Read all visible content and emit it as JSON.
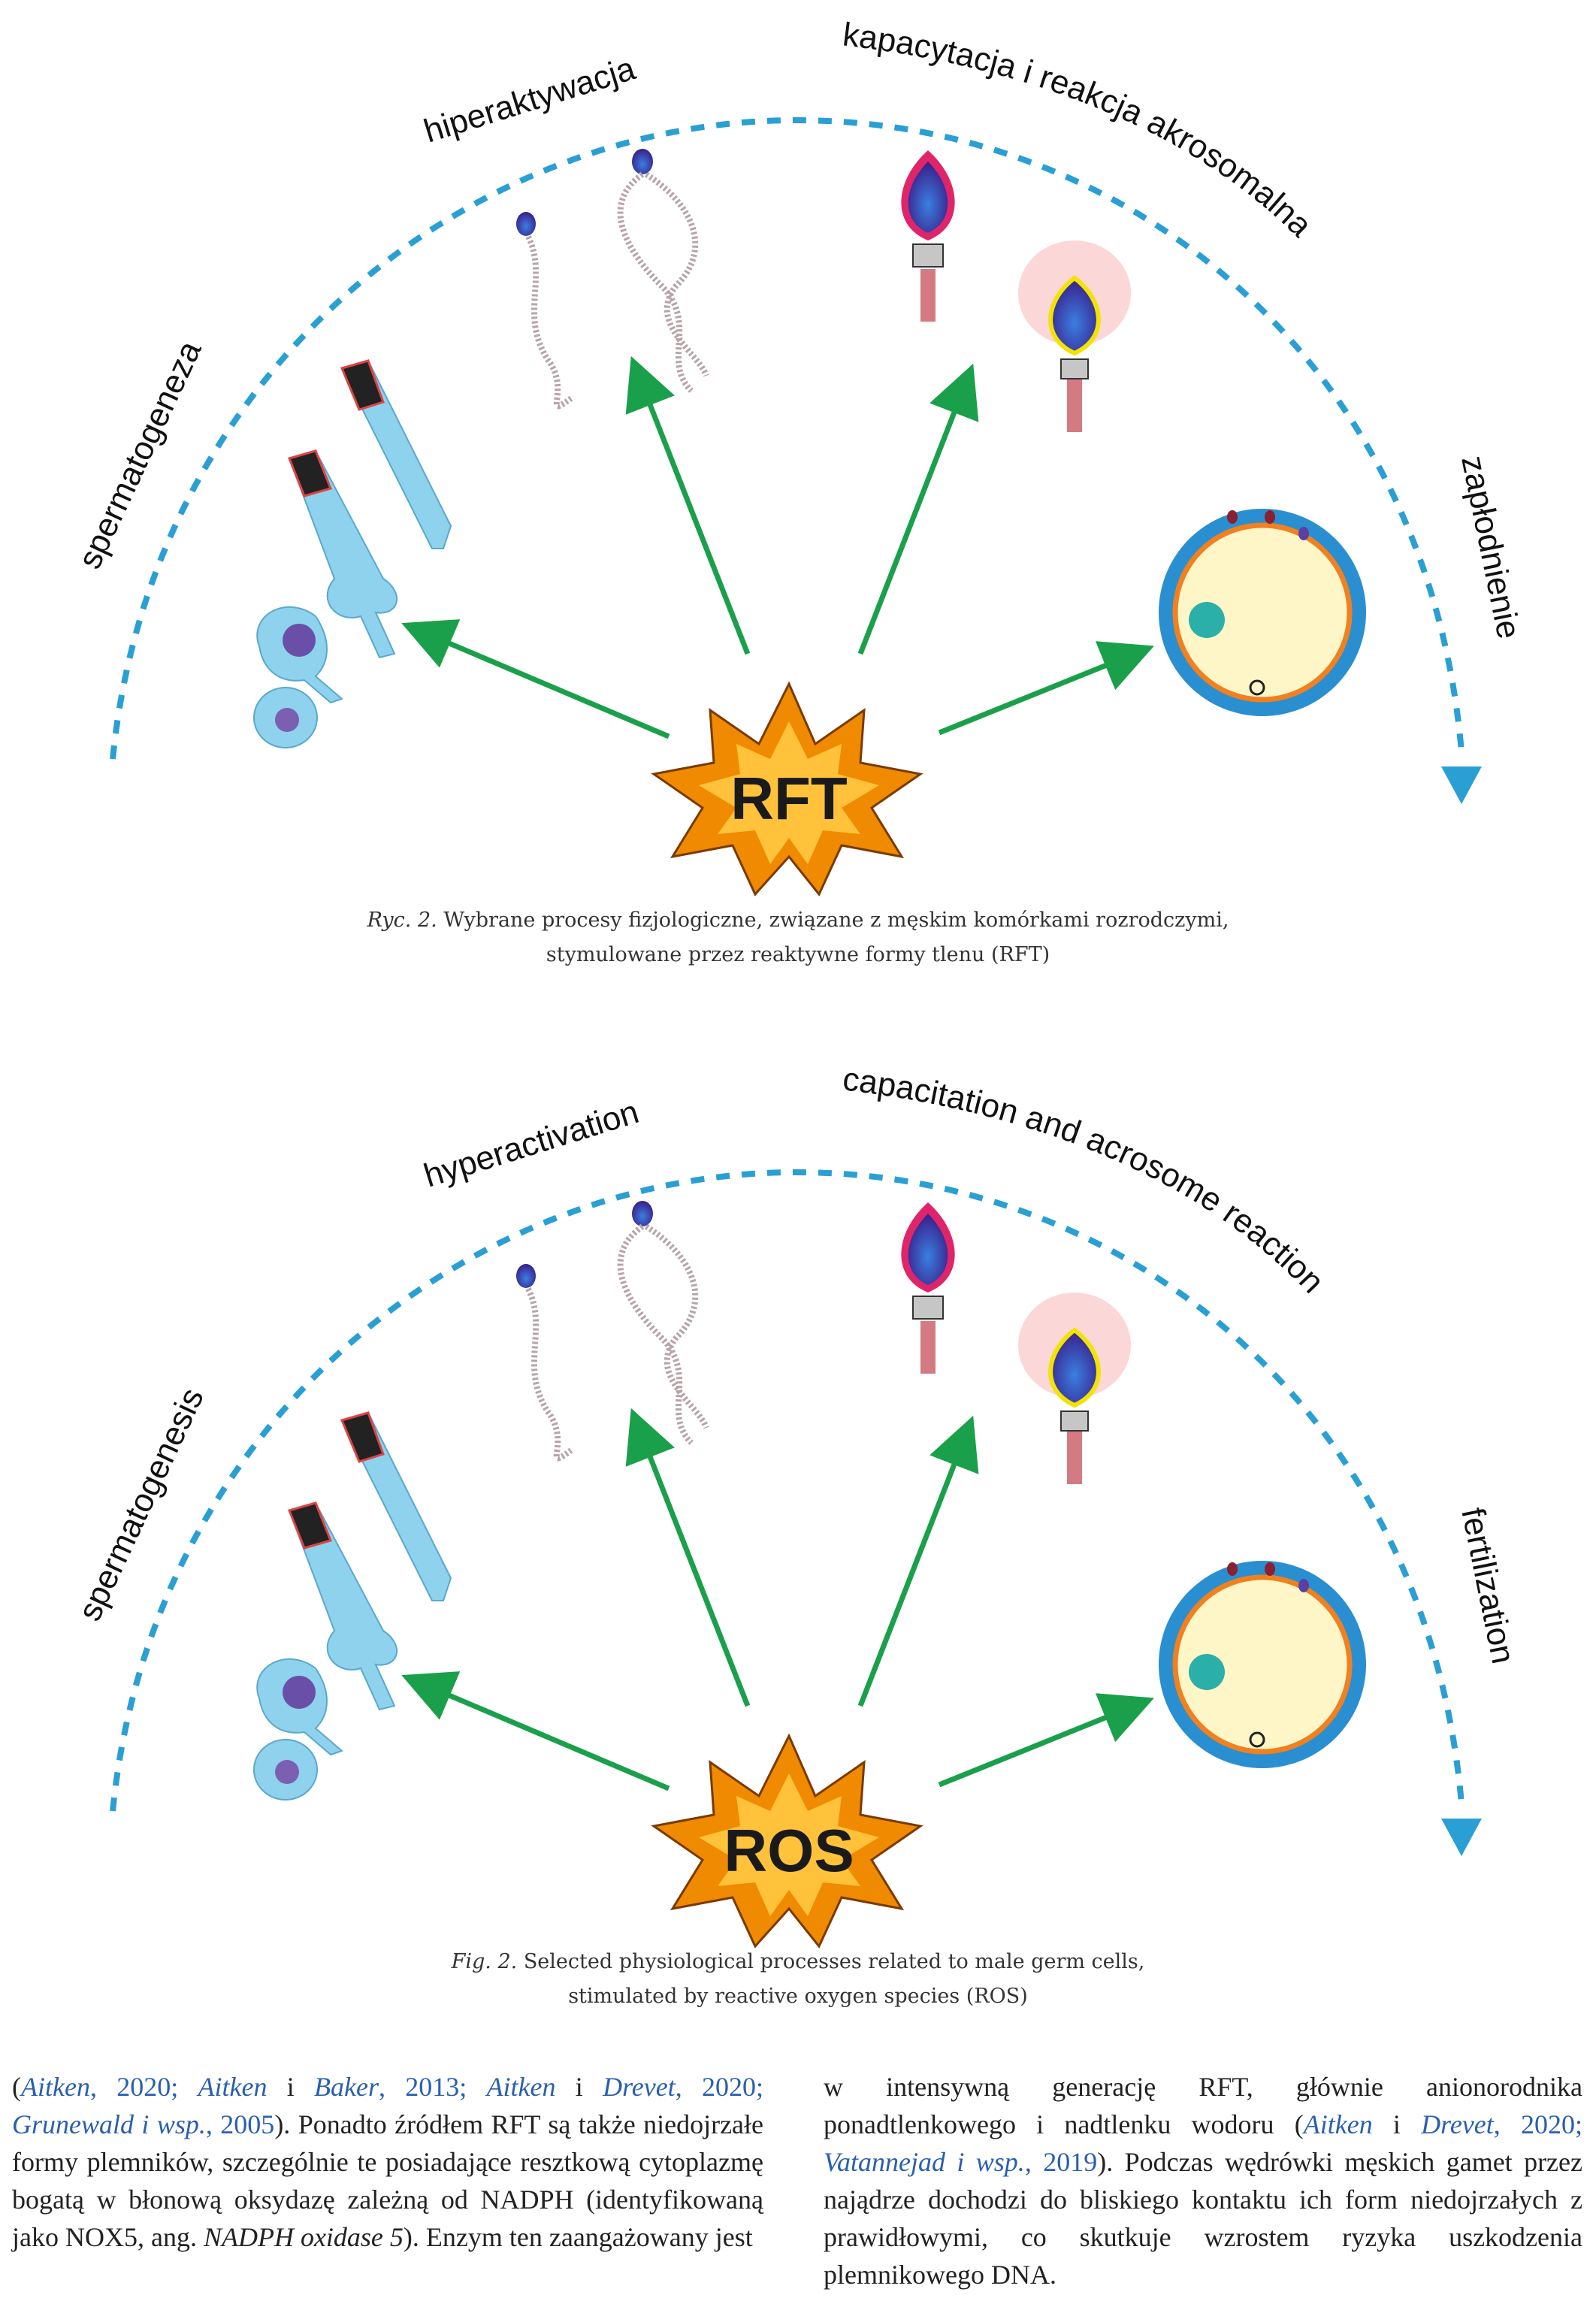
{
  "figure_pl": {
    "center_label": "RFT",
    "labels": {
      "left": "spermatogeneza",
      "top_left": "hiperaktywacja",
      "top_right": "kapacytacja i reakcja akrosomalna",
      "right": "zapłodnienie"
    },
    "caption_label": "Ryc. 2.",
    "caption_line1": "Wybrane procesy fizjologiczne, związane z męskim komórkami rozrodczymi,",
    "caption_line2": "stymulowane przez reaktywne formy tlenu (RFT)"
  },
  "figure_en": {
    "center_label": "ROS",
    "labels": {
      "left": "spermatogenesis",
      "top_left": "hyperactivation",
      "top_right": "capacitation and acrosome reaction",
      "right": "fertilization"
    },
    "caption_label": "Fig. 2.",
    "caption_line1": "Selected physiological processes related to male germ cells,",
    "caption_line2": "stimulated by reactive oxygen species (ROS)"
  },
  "colors": {
    "arc": "#2a9fd4",
    "arrows": "#1aa04a",
    "burst_outer": "#f08a00",
    "burst_inner": "#ffc23a",
    "cell": "#8ed2ee",
    "egg_ring": "#2a8fd0",
    "egg_inner": "#fff6c8"
  },
  "text": {
    "left_col": {
      "s1": "(",
      "r1": "Aitken",
      "s2": ", 2020; ",
      "r2": "Aitken",
      "s3": " i ",
      "r3": "Baker",
      "s4": ", 2013; ",
      "r4": "Aitken",
      "s5": " i ",
      "r5": "Drevet",
      "s6": ", 2020; ",
      "r6": "Grunewald i wsp.",
      "s7": ", 2005",
      "s8": "). Ponadto źródłem RFT są także niedojrzałe formy plemników, szczególnie te posiadające resztkową cytoplazmę bogatą w błonową oksydazę zależną od NADPH (identyfikowaną jako NOX5, ang. ",
      "it1": "NADPH oxidase 5",
      "s9": "). Enzym ten zaangażowany jest"
    },
    "right_col": {
      "s1": "w intensywną generację RFT, głównie anionorodnika ponadtlenkowego i nadtlenku wodoru (",
      "r1": "Aitken",
      "s2": " i ",
      "r2": "Drevet",
      "s3": ", 2020; ",
      "r3": "Vatannejad i wsp.",
      "s4": ", 2019",
      "s5": "). Podczas wędrówki męskich gamet przez najądrze dochodzi do bliskiego kontaktu ich form niedojrzałych z prawidłowymi, co skutkuje wzrostem ryzyka uszkodzenia plemnikowego DNA."
    }
  }
}
